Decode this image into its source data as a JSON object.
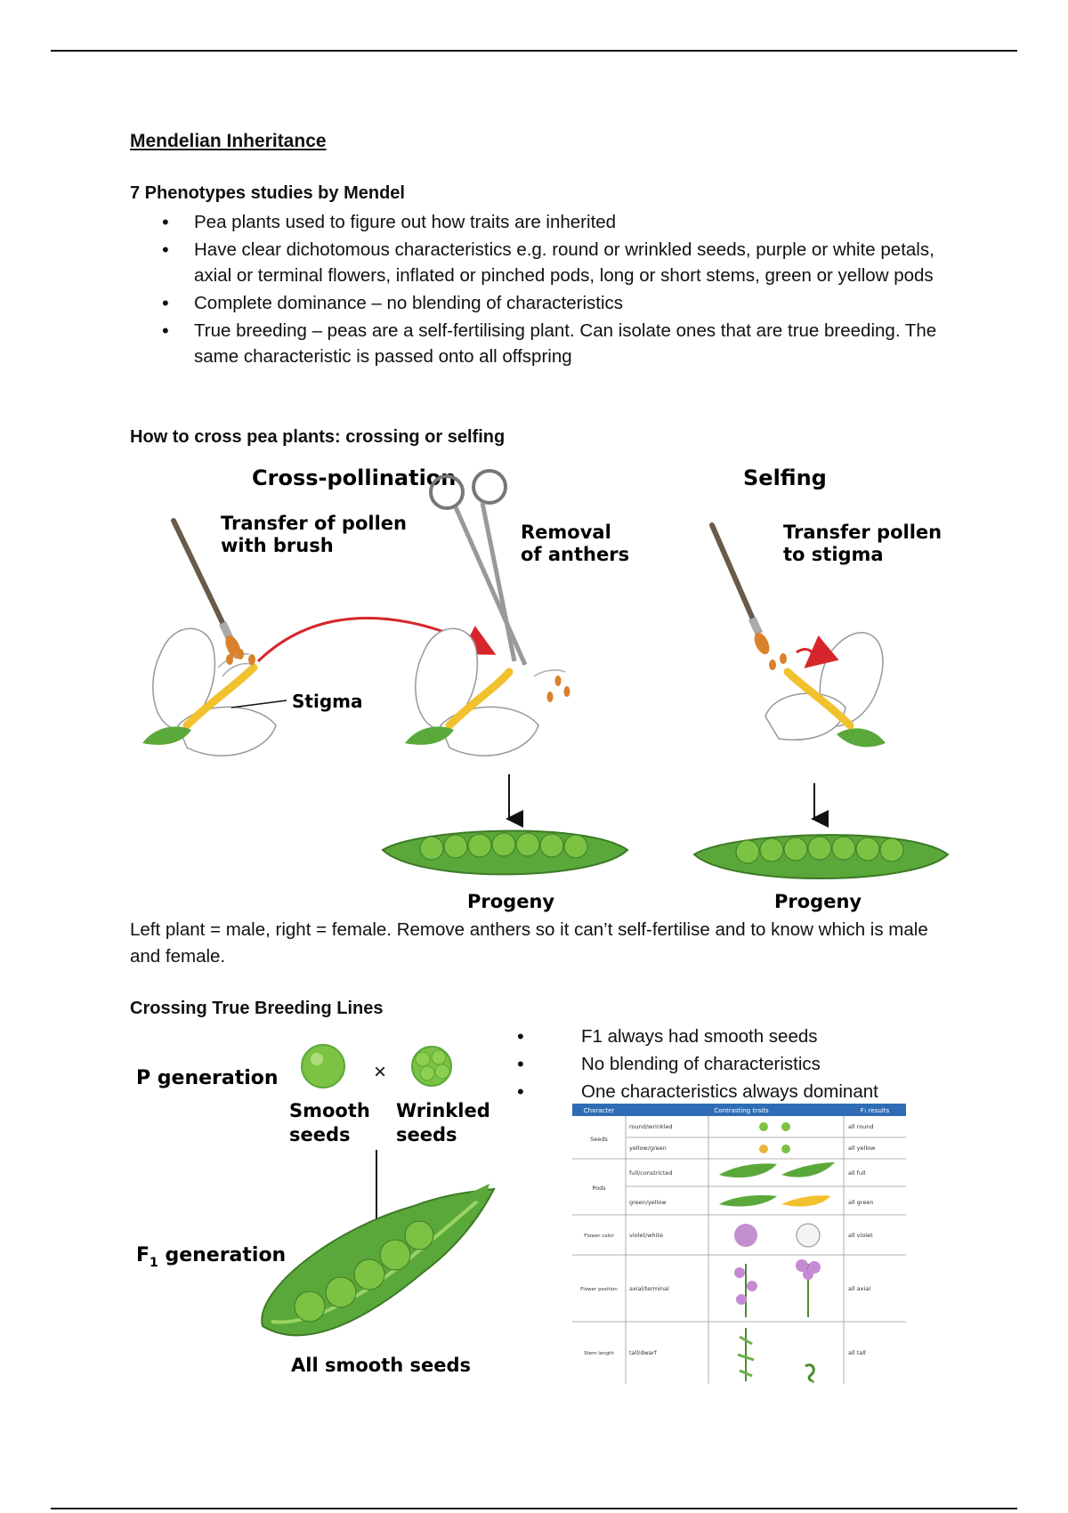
{
  "document": {
    "title": "Mendelian Inheritance",
    "section1": {
      "heading": "7 Phenotypes studies by Mendel",
      "bullets": [
        "Pea plants used to figure out how traits are inherited",
        "Have clear dichotomous characteristics e.g. round or wrinkled seeds, purple or white petals, axial or terminal flowers, inflated or pinched pods, long or short stems, green or yellow pods",
        "Complete dominance – no blending of characteristics",
        "True breeding – peas are a self-fertilising plant. Can isolate ones that are true breeding. The same characteristic is passed onto all offspring"
      ]
    },
    "section2": {
      "heading": "How to cross pea plants: crossing or selfing",
      "figure": {
        "cross_title": "Cross-pollination",
        "selfing_title": "Selfing",
        "label_brush_line1": "Transfer of pollen",
        "label_brush_line2": "with brush",
        "label_anthers_line1": "Removal",
        "label_anthers_line2": "of anthers",
        "label_stigma": "Stigma",
        "label_self_line1": "Transfer pollen",
        "label_self_line2": "to stigma",
        "progeny_left": "Progeny",
        "progeny_right": "Progeny"
      },
      "caption": "Left plant = male, right = female. Remove anthers so it can’t self-fertilise and to know which is male and female."
    },
    "section3": {
      "heading": "Crossing True Breeding Lines",
      "figure": {
        "p_generation": "P generation",
        "cross_symbol": "×",
        "smooth_line1": "Smooth",
        "smooth_line2": "seeds",
        "wrinkled_line1": "Wrinkled",
        "wrinkled_line2": "seeds",
        "f1_label": "F",
        "f1_sub": "1",
        "f1_rest": " generation",
        "all_smooth": "All smooth seeds"
      },
      "bullets": [
        "F1 always had smooth seeds",
        "No blending of characteristics",
        "One characteristics always dominant"
      ],
      "table": {
        "headers": [
          "Character",
          "Contrasting traits",
          "F₁ results"
        ],
        "rows": [
          {
            "character": "Seeds",
            "traits": "round/wrinkled",
            "result": "all round"
          },
          {
            "character": "",
            "traits": "yellow/green",
            "result": "all yellow"
          },
          {
            "character": "Pods",
            "traits": "full/constricted",
            "result": "all full"
          },
          {
            "character": "",
            "traits": "green/yellow",
            "result": "all green"
          },
          {
            "character": "Flower color",
            "traits": "violet/white",
            "result": "all violet"
          },
          {
            "character": "Flower position",
            "traits": "axial/terminal",
            "result": "all axial"
          },
          {
            "character": "Stem length",
            "traits": "tall/dwarf",
            "result": "all tall"
          }
        ]
      }
    }
  },
  "colors": {
    "table_header": "#2e6db5",
    "pea_green": "#7cc243",
    "pod_green": "#5aa83a",
    "pollen_orange": "#d9822b",
    "arrow_red": "#d7262b",
    "stigma_yellow": "#f2c12e"
  }
}
